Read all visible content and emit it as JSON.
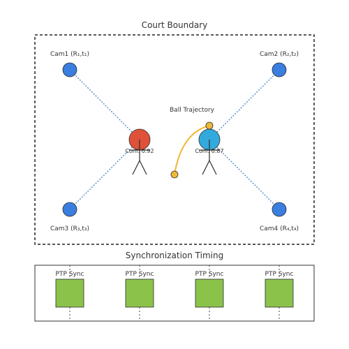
{
  "court": {
    "title": "Court Boundary"
  },
  "cameras": [
    {
      "label": "Cam1 (R₁,t₁)"
    },
    {
      "label": "Cam2 (R₂,t₂)"
    },
    {
      "label": "Cam3 (R₃,t₃)"
    },
    {
      "label": "Cam4 (R₄,t₄)"
    }
  ],
  "players": [
    {
      "confidence_label": "Conf: 0.92"
    },
    {
      "confidence_label": "Conf: 0.87"
    }
  ],
  "ball": {
    "label": "Ball Trajectory"
  },
  "sync": {
    "title": "Synchronization Timing",
    "blocks": [
      {
        "label": "PTP Sync"
      },
      {
        "label": "PTP Sync"
      },
      {
        "label": "PTP Sync"
      },
      {
        "label": "PTP Sync"
      }
    ]
  },
  "colors": {
    "camera": "#3a7ee0",
    "player1": "#e0513a",
    "player2": "#33aadd",
    "ball": "#f0b83a",
    "sync_block": "#8bc34a",
    "ray": "#4a86c8"
  }
}
